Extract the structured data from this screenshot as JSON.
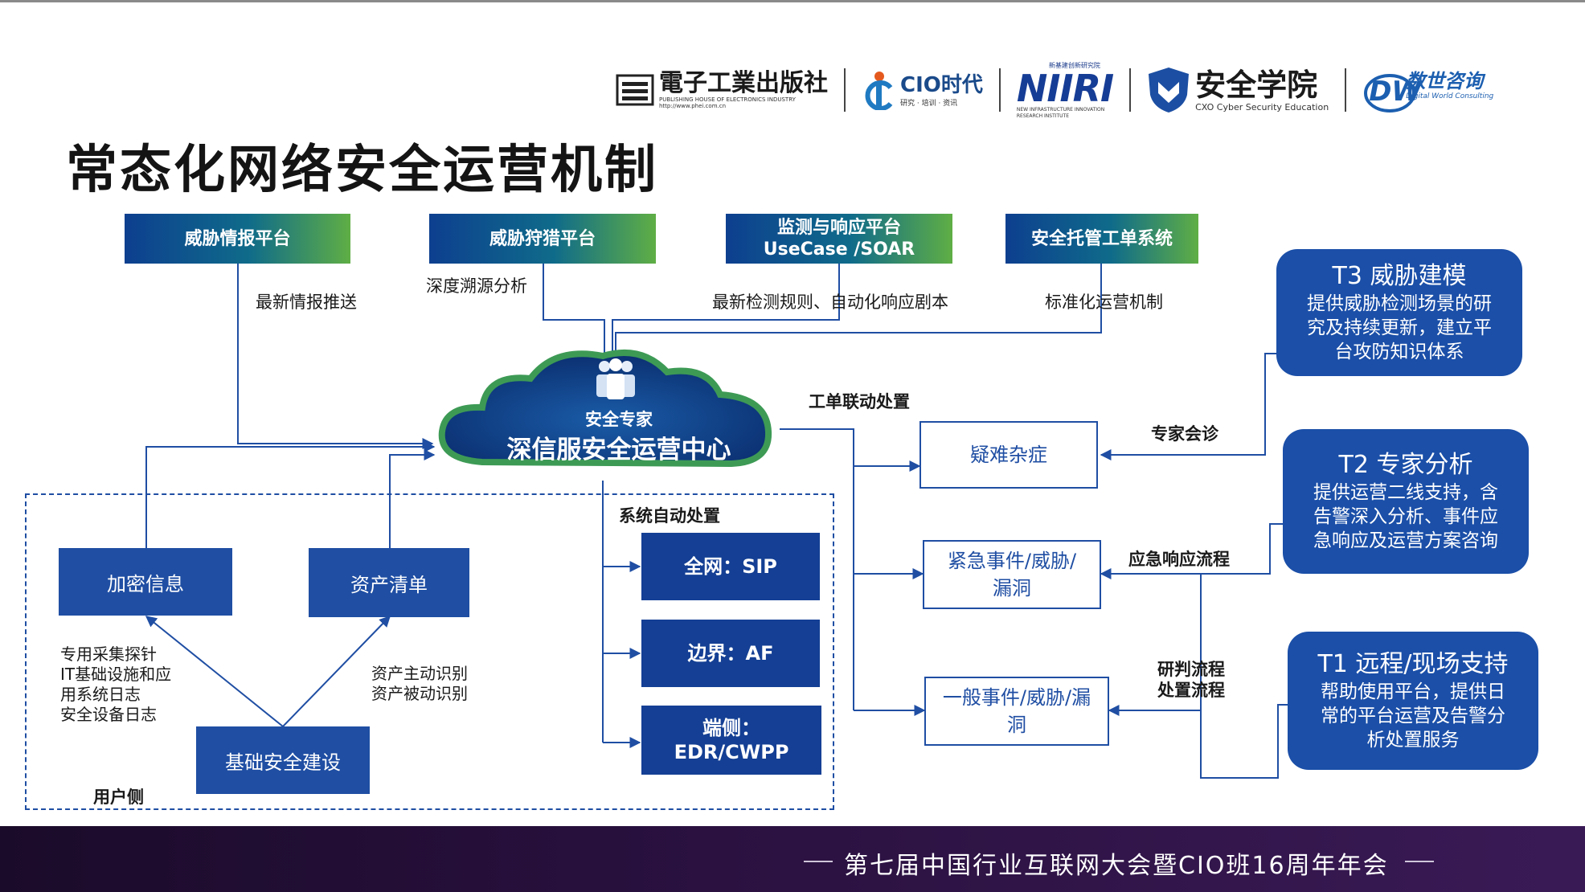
{
  "title": "常态化网络安全运营机制",
  "logos": {
    "phei": {
      "name": "電子工業出版社",
      "sub1": "PUBLISHING HOUSE OF ELECTRONICS INDUSTRY",
      "sub2": "http://www.phei.com.cn"
    },
    "cio": {
      "name": "CIO时代",
      "sub": "研究 · 培训 · 资讯"
    },
    "niiri": {
      "name": "NIIRI",
      "top": "新基建创新研究院",
      "sub": "NEW INFRASTRUCTURE INNOVATION RESEARCH INSTITUTE"
    },
    "academy": {
      "name": "安全学院",
      "sub": "CXO Cyber Security Education"
    },
    "dw": {
      "name": "数世咨询",
      "sub": "Digital World Consulting",
      "mark": "DW"
    }
  },
  "platforms": [
    {
      "label": "威胁情报平台",
      "label2": ""
    },
    {
      "label": "威胁狩猎平台",
      "label2": ""
    },
    {
      "label": "监测与响应平台",
      "label2": "UseCase /SOAR"
    },
    {
      "label": "安全托管工单系统",
      "label2": ""
    }
  ],
  "platform_captions": [
    "最新情报推送",
    "深度溯源分析",
    "最新检测规则、自动化响应剧本",
    "标准化运营机制"
  ],
  "center": {
    "top": "安全专家",
    "main": "深信服安全运营中心"
  },
  "labels": {
    "ticket": "工单联动处置",
    "auto": "系统自动处置",
    "expert": "专家会诊",
    "emergency": "应急响应流程",
    "judge1": "研判流程",
    "judge2": "处置流程",
    "user_side": "用户侧"
  },
  "user_boxes": {
    "encrypt": "加密信息",
    "asset": "资产清单",
    "base": "基础安全建设"
  },
  "user_notes": {
    "collect": [
      "专用采集探针",
      "IT基础设施和应",
      "用系统日志",
      "安全设备日志"
    ],
    "asset": [
      "资产主动识别",
      "资产被动识别"
    ]
  },
  "auto_boxes": [
    {
      "line1": "全网：SIP",
      "line2": ""
    },
    {
      "line1": "边界：AF",
      "line2": ""
    },
    {
      "line1": "端侧：",
      "line2": "EDR/CWPP"
    }
  ],
  "events": {
    "hard": "疑难杂症",
    "urgent1": "紧急事件/威胁/",
    "urgent2": "漏洞",
    "general1": "一般事件/威胁/漏",
    "general2": "洞"
  },
  "tiers": [
    {
      "title": "T3 威胁建模",
      "lines": [
        "提供威胁检测场景的研",
        "究及持续更新，建立平",
        "台攻防知识体系"
      ]
    },
    {
      "title": "T2 专家分析",
      "lines": [
        "提供运营二线支持，含",
        "告警深入分析、事件应",
        "急响应及运营方案咨询"
      ]
    },
    {
      "title": "T1 远程/现场支持",
      "lines": [
        "帮助使用平台，提供日",
        "常的平台运营及告警分",
        "析处置服务"
      ]
    }
  ],
  "footer": "第七届中国行业互联网大会暨CIO班16周年年会",
  "colors": {
    "accent": "#1f4ea3",
    "line": "#1f4ea3",
    "footer": "#2a1140"
  }
}
